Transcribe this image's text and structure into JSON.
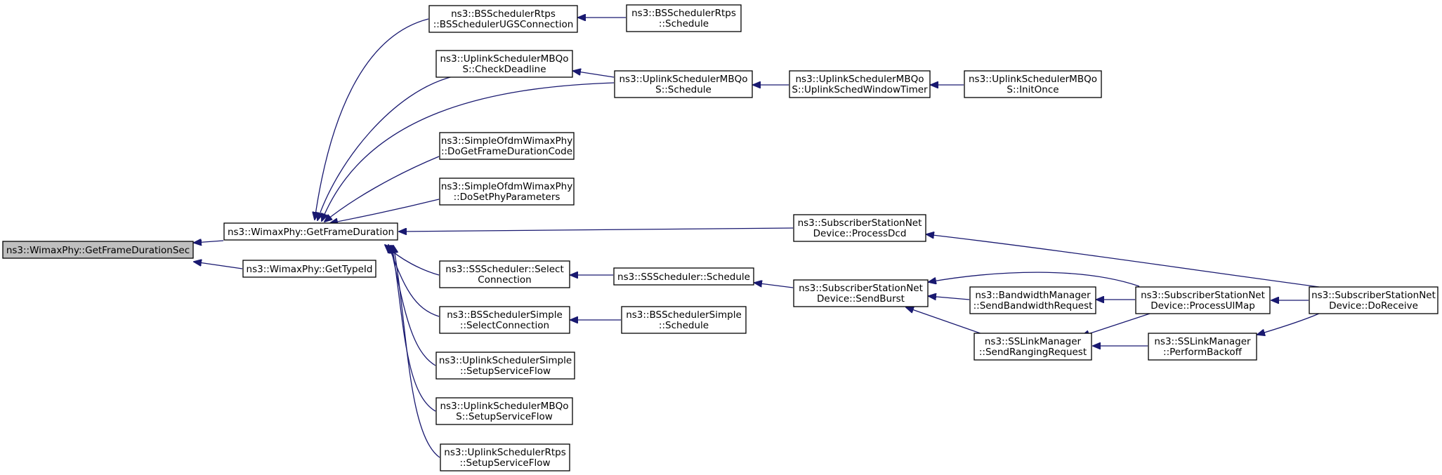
{
  "diagram": {
    "colors": {
      "edge": "#191970",
      "node_fill": "#ffffff",
      "focus_fill": "#bfbfbf",
      "border": "#000000"
    },
    "nodes": {
      "n0": {
        "lines": [
          "ns3::WimaxPhy::GetFrameDurationSec"
        ]
      },
      "n1": {
        "lines": [
          "ns3::WimaxPhy::GetFrameDuration"
        ]
      },
      "n2": {
        "lines": [
          "ns3::WimaxPhy::GetTypeId"
        ]
      },
      "n3": {
        "lines": [
          "ns3::BSSchedulerRtps",
          "::BSSchedulerUGSConnection"
        ]
      },
      "n4": {
        "lines": [
          "ns3::UplinkSchedulerMBQo",
          "S::CheckDeadline"
        ]
      },
      "n5": {
        "lines": [
          "ns3::UplinkSchedulerMBQo",
          "S::Schedule"
        ]
      },
      "n6": {
        "lines": [
          "ns3::SimpleOfdmWimaxPhy",
          "::DoGetFrameDurationCode"
        ]
      },
      "n7": {
        "lines": [
          "ns3::SimpleOfdmWimaxPhy",
          "::DoSetPhyParameters"
        ]
      },
      "n8": {
        "lines": [
          "ns3::SSScheduler::Select",
          "Connection"
        ]
      },
      "n9": {
        "lines": [
          "ns3::BSSchedulerSimple",
          "::SelectConnection"
        ]
      },
      "n10": {
        "lines": [
          "ns3::UplinkSchedulerSimple",
          "::SetupServiceFlow"
        ]
      },
      "n11": {
        "lines": [
          "ns3::UplinkSchedulerMBQo",
          "S::SetupServiceFlow"
        ]
      },
      "n12": {
        "lines": [
          "ns3::UplinkSchedulerRtps",
          "::SetupServiceFlow"
        ]
      },
      "n13": {
        "lines": [
          "ns3::BSSchedulerRtps",
          "::Schedule"
        ]
      },
      "n14": {
        "lines": [
          "ns3::UplinkSchedulerMBQo",
          "S::UplinkSchedWindowTimer"
        ]
      },
      "n15": {
        "lines": [
          "ns3::UplinkSchedulerMBQo",
          "S::InitOnce"
        ]
      },
      "n16": {
        "lines": [
          "ns3::SubscriberStationNet",
          "Device::ProcessDcd"
        ]
      },
      "n17": {
        "lines": [
          "ns3::SSScheduler::Schedule"
        ]
      },
      "n18": {
        "lines": [
          "ns3::BSSchedulerSimple",
          "::Schedule"
        ]
      },
      "n19": {
        "lines": [
          "ns3::SubscriberStationNet",
          "Device::SendBurst"
        ]
      },
      "n20": {
        "lines": [
          "ns3::BandwidthManager",
          "::SendBandwidthRequest"
        ]
      },
      "n21": {
        "lines": [
          "ns3::SSLinkManager",
          "::SendRangingRequest"
        ]
      },
      "n22": {
        "lines": [
          "ns3::SubscriberStationNet",
          "Device::ProcessUlMap"
        ]
      },
      "n23": {
        "lines": [
          "ns3::SSLinkManager",
          "::PerformBackoff"
        ]
      },
      "n24": {
        "lines": [
          "ns3::SubscriberStationNet",
          "Device::DoReceive"
        ]
      }
    }
  }
}
